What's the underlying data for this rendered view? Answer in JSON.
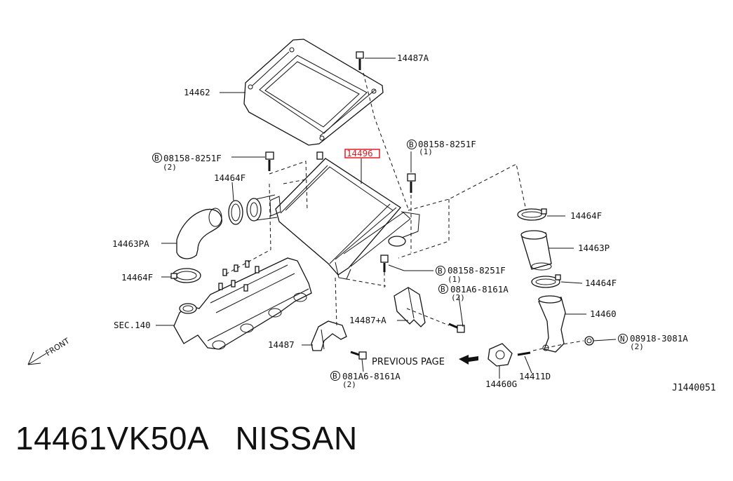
{
  "title": {
    "part_number": "14461VK50A",
    "brand": "NISSAN"
  },
  "highlight_color": "#e31b23",
  "diagram_code": "J1440051",
  "direction_label": "FRONT",
  "previous_page_label": "PREVIOUS PAGE",
  "callouts": {
    "c14487A": "14487A",
    "c14462": "14462",
    "c14496": "14496",
    "b1_bolt": "08158-8251F",
    "b1_qty": "(2)",
    "b2_bolt": "08158-8251F",
    "b2_qty": "(1)",
    "c14464F_a": "14464F",
    "c14464F_b": "14464F",
    "c14464F_c": "14464F",
    "c14464F_d": "14464F",
    "c14463PA": "14463PA",
    "c14463P": "14463P",
    "b3_bolt": "08158-8251F",
    "b3_qty": "(1)",
    "b4_bolt": "081A6-8161A",
    "b4_qty": "(2)",
    "c14460": "14460",
    "sec140": "SEC.140",
    "c14487_plusA": "14487+A",
    "n1_nut": "08918-3081A",
    "n1_qty": "(2)",
    "c14487": "14487",
    "b5_bolt": "081A6-8161A",
    "b5_qty": "(2)",
    "c14460G": "14460G",
    "c14411D": "14411D"
  },
  "markers": {
    "bolt": "B",
    "nut": "N"
  }
}
